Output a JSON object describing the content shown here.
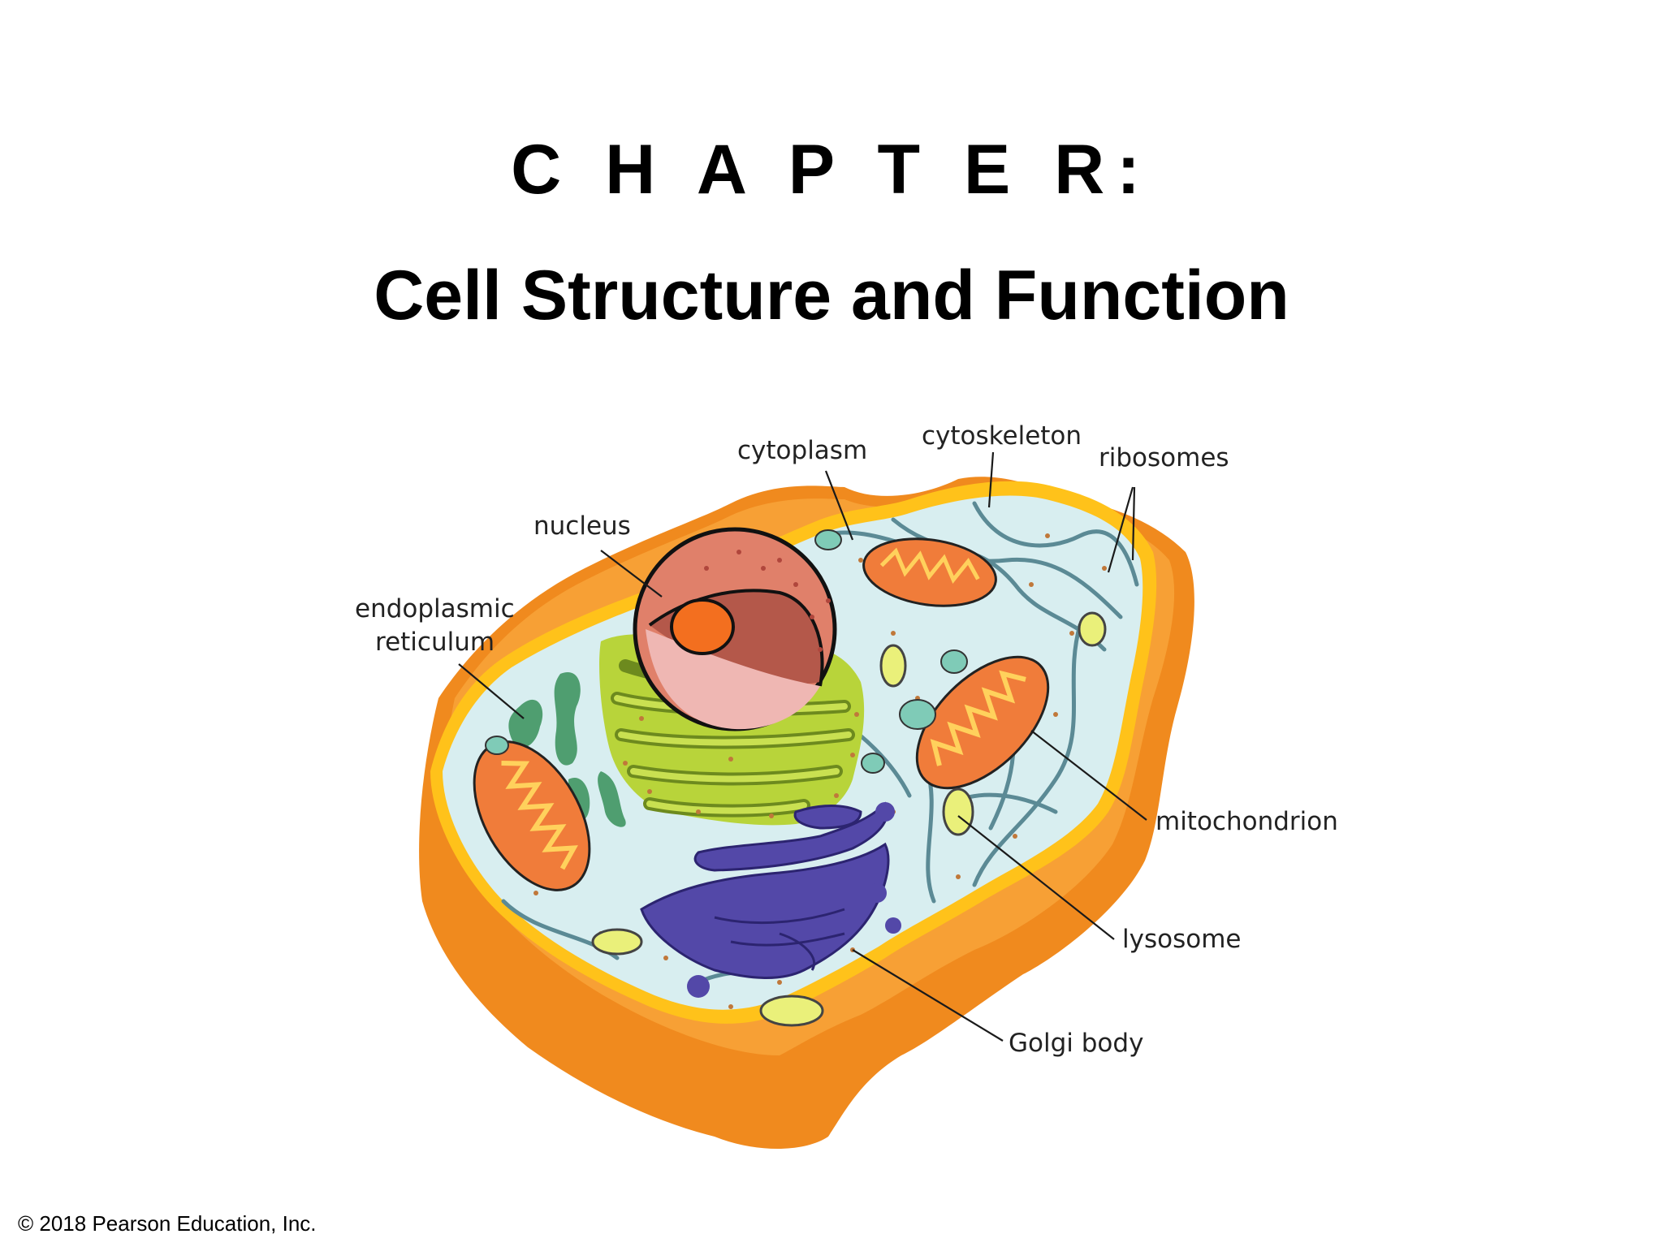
{
  "slide": {
    "chapter_heading": "C H A P T E R:",
    "title": "Cell Structure and Function",
    "copyright": "© 2018 Pearson Education, Inc."
  },
  "diagram": {
    "labels": {
      "cytoplasm": "cytoplasm",
      "cytoskeleton": "cytoskeleton",
      "ribosomes": "ribosomes",
      "nucleus": "nucleus",
      "er_line1": "endoplasmic",
      "er_line2": "reticulum",
      "mitochondrion": "mitochondrion",
      "lysosome": "lysosome",
      "golgi": "Golgi body"
    },
    "colors": {
      "membrane_outer": "#f08a1e",
      "membrane_rim": "#ffc21a",
      "cytoplasm": "#d8eef0",
      "nucleus": "#e0806a",
      "nucleolus": "#f36f1f",
      "er_rough": "#b8d43a",
      "er_smooth": "#4f9e70",
      "mitochondrion": "#f07c3a",
      "golgi": "#5348a8",
      "lysosome": "#eaf07a",
      "vesicle": "#7fcbb7",
      "cytoskeleton": "#5b8a95"
    }
  }
}
